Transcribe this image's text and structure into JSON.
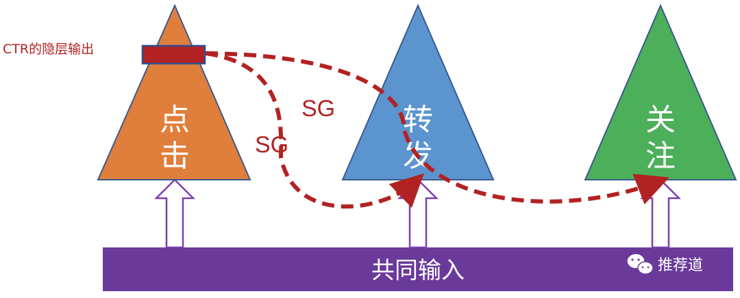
{
  "colors": {
    "click": "#E07E3C",
    "forward": "#5B94CF",
    "follow": "#4CAF5A",
    "base": "#6A3A9A",
    "arrow_outline": "#7A3FB0",
    "hidden_box": "#B22222",
    "dashed": "#B22222",
    "text_red": "#B22222"
  },
  "towers": [
    {
      "id": "click",
      "label_top": "点",
      "label_bottom": "击"
    },
    {
      "id": "forward",
      "label_top": "转",
      "label_bottom": "发"
    },
    {
      "id": "follow",
      "label_top": "关",
      "label_bottom": "注"
    }
  ],
  "hidden_output_label": "CTR的隐层输出",
  "sg_labels": [
    "SG",
    "SG"
  ],
  "base_label": "共同输入",
  "watermark": {
    "icon": "wechat-icon",
    "text": "推荐道"
  }
}
